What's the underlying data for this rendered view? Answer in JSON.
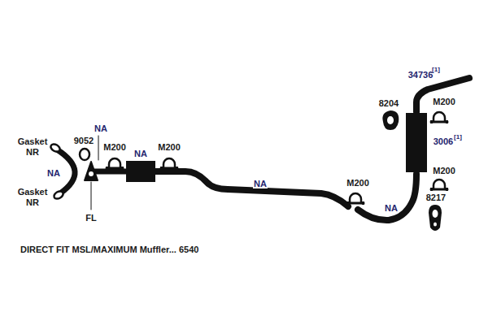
{
  "diagram": {
    "caption": "DIRECT FIT MSL/MAXIMUM Muffler... 6540",
    "labels": [
      "Gasket NR",
      "NA",
      "Gasket NR",
      "9052",
      "NA",
      "M200",
      "NA",
      "M200",
      "FL",
      "NA",
      "M200",
      "NA",
      "8204",
      "34736",
      "[1]",
      "M200",
      "3006",
      "[1]",
      "M200",
      "8217"
    ]
  }
}
